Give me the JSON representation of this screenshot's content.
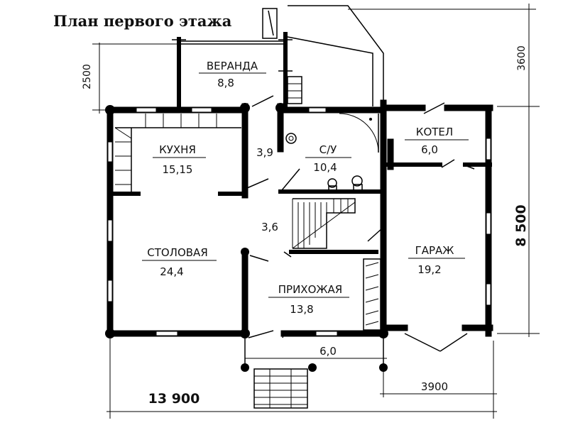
{
  "title": "План первого этажа",
  "rooms": {
    "veranda": {
      "name": "ВЕРАНДА",
      "area": "8,8"
    },
    "kitchen": {
      "name": "КУХНЯ",
      "area": "15,15"
    },
    "hall_upper": {
      "area": "3,9"
    },
    "bathroom": {
      "name": "С/У",
      "area": "10,4"
    },
    "boiler": {
      "name": "КОТЕЛ",
      "area": "6,0"
    },
    "hall_mid": {
      "area": "3,6"
    },
    "dining": {
      "name": "СТОЛОВАЯ",
      "area": "24,4"
    },
    "garage": {
      "name": "ГАРАЖ",
      "area": "19,2"
    },
    "entry": {
      "name": "ПРИХОЖАЯ",
      "area": "13,8"
    },
    "porch": {
      "area": "6,0"
    }
  },
  "dimensions": {
    "veranda_depth": "2500",
    "top_right": "3600",
    "right_total": "8 500",
    "bottom_total": "13 900",
    "bottom_right": "3900"
  }
}
